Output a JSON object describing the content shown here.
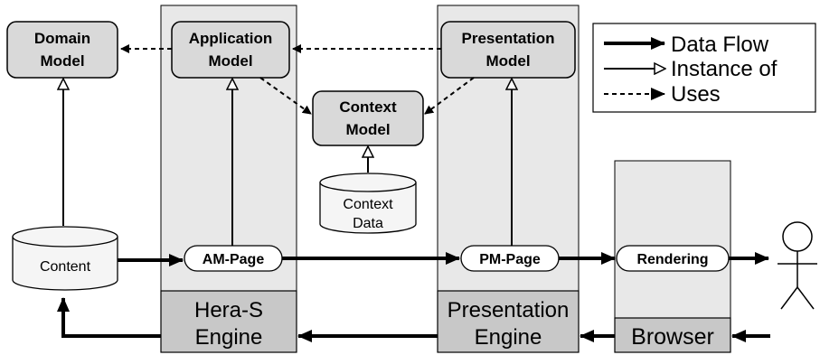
{
  "models": {
    "domain": [
      "Domain",
      "Model"
    ],
    "application": [
      "Application",
      "Model"
    ],
    "presentation": [
      "Presentation",
      "Model"
    ],
    "context": [
      "Context",
      "Model"
    ]
  },
  "data_stores": {
    "context_data": [
      "Context",
      "Data"
    ],
    "content": "Content"
  },
  "pages": {
    "am_page": "AM-Page",
    "pm_page": "PM-Page",
    "rendering": "Rendering"
  },
  "engines": {
    "hera": [
      "Hera-S",
      "Engine"
    ],
    "presentation": [
      "Presentation",
      "Engine"
    ],
    "browser": "Browser"
  },
  "legend": {
    "data_flow": "Data Flow",
    "instance_of": "Instance of",
    "uses": "Uses"
  },
  "colors": {
    "column_fill": "#e8e8e8",
    "engine_fill": "#c8c8c8",
    "model_fill": "#d9d9d9",
    "store_fill": "#f5f5f5",
    "line": "#000000"
  }
}
